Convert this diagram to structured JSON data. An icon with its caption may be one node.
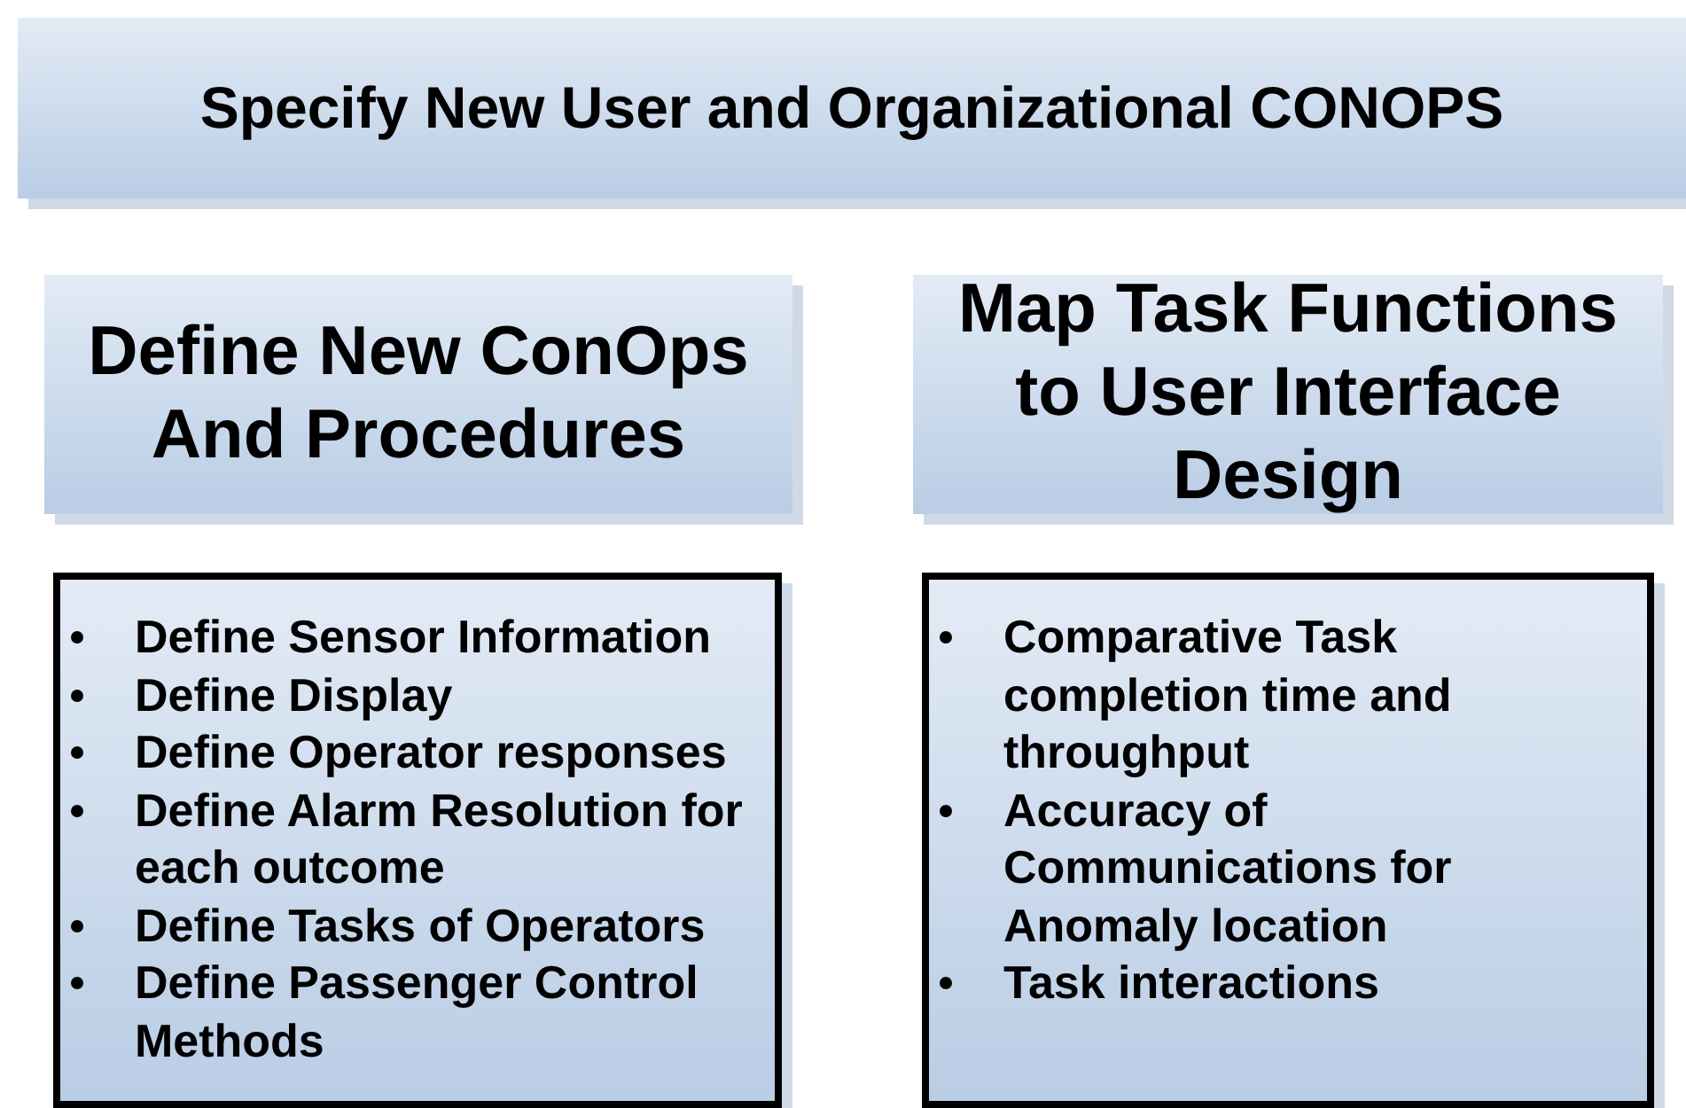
{
  "diagram": {
    "nodes": [
      {
        "text": [
          "Specify New User and Organizational CONOPS"
        ]
      },
      {
        "text": [
          "Define New ConOps And Procedures"
        ]
      },
      {
        "text": [
          "Map Task Functions to User Interface Design"
        ]
      },
      {
        "text": [
          "Define Sensor Information",
          "Define Display",
          "Define Operator responses",
          "Define Alarm Resolution for each outcome",
          "Define Tasks of Operators",
          "Define Passenger Control Methods"
        ]
      },
      {
        "text": [
          "Comparative Task completion time and throughput",
          "Accuracy of Communications for Anomaly location",
          "Task interactions"
        ]
      }
    ]
  }
}
